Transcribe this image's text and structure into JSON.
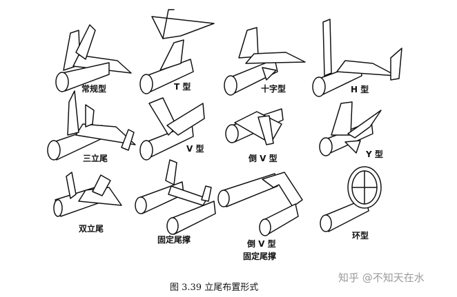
{
  "figure": {
    "labels": {
      "conventional": "常规型",
      "t_tail": "T 型",
      "cruciform": "十字型",
      "h_tail": "H 型",
      "triple_fin": "三立尾",
      "v_tail": "V 型",
      "inverted_v": "倒 V 型",
      "y_tail": "Y 型",
      "twin_fin": "双立尾",
      "fixed_boom": "固定尾撑",
      "inverted_v_boom_line1": "倒 V 型",
      "inverted_v_boom_line2": "固定尾撑",
      "ring_tail": "环型"
    },
    "caption": "图 3.39   立尾布置形式",
    "watermark": "知乎 @不知天在水"
  }
}
